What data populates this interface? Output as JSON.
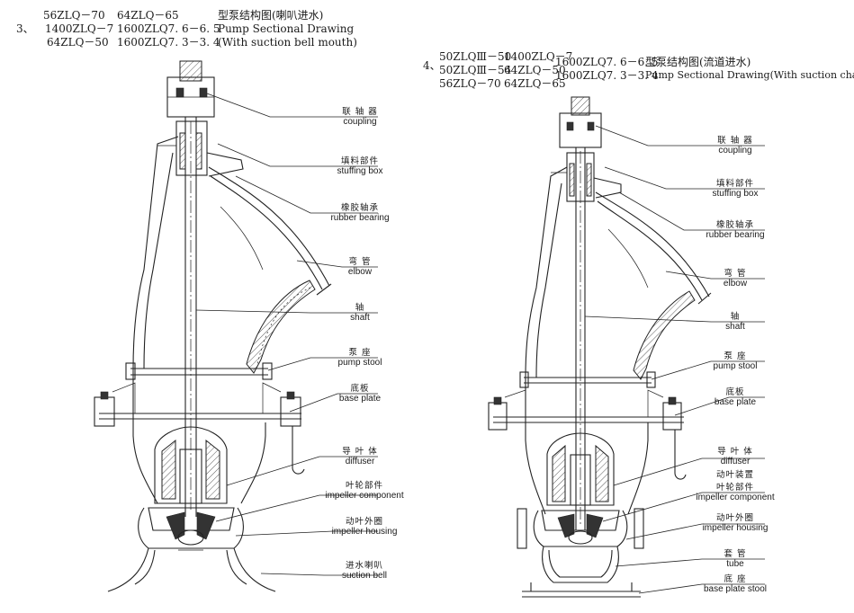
{
  "left": {
    "header": {
      "number": "3、",
      "models_col1": [
        "56ZLQ－70",
        "1400ZLQ－7",
        "64ZLQ－50"
      ],
      "models_col2": [
        "64ZLQ－65",
        "1600ZLQ7. 6－6. 5",
        "1600ZLQ7. 3－3. 4"
      ],
      "title_cn": "型泵结构图(喇叭进水)",
      "title_en": "Pump Sectional Drawing",
      "subtitle_en": "(With suction bell mouth)"
    },
    "labels": [
      {
        "cn": "联 轴 器",
        "en": "coupling"
      },
      {
        "cn": "填料部件",
        "en": "stuffing box"
      },
      {
        "cn": "橡胶轴承",
        "en": "rubber bearing"
      },
      {
        "cn": "弯 管",
        "en": "elbow"
      },
      {
        "cn": "轴",
        "en": "shaft"
      },
      {
        "cn": "泵 座",
        "en": "pump stool"
      },
      {
        "cn": "底板",
        "en": "base plate"
      },
      {
        "cn": "导 叶 体",
        "en": "diffuser"
      },
      {
        "cn": "叶轮部件",
        "en": "impeller component"
      },
      {
        "cn": "动叶外圈",
        "en": "impeller housing"
      },
      {
        "cn": "进水喇叭",
        "en": "suction bell"
      }
    ]
  },
  "right": {
    "header": {
      "number": "4、",
      "models_col1": [
        "50ZLQⅢ－50",
        "50ZLQⅢ－54",
        "56ZLQ－70"
      ],
      "models_col2": [
        "1400ZLQ－7",
        "64ZLQ－50",
        "64ZLQ－65"
      ],
      "models_col3": [
        "1600ZLQ7. 6－6. 5",
        "1600ZLQ7. 3－3. 4"
      ],
      "title_cn": "型泵结构图(流道进水)",
      "title_en": "Pump Sectional Drawing(With suction channel)"
    },
    "labels": [
      {
        "cn": "联 轴 器",
        "en": "coupling"
      },
      {
        "cn": "填料部件",
        "en": "stuffing box"
      },
      {
        "cn": "橡胶轴承",
        "en": "rubber bearing"
      },
      {
        "cn": "弯 管",
        "en": "elbow"
      },
      {
        "cn": "轴",
        "en": "shaft"
      },
      {
        "cn": "泵 座",
        "en": "pump stool"
      },
      {
        "cn": "底板",
        "en": "base plate"
      },
      {
        "cn": "导 叶 体",
        "en": "diffuser"
      },
      {
        "cn": "动叶装置",
        "cn2": "叶轮部件",
        "en": "impeller component"
      },
      {
        "cn": "动叶外圈",
        "en": "impeller housing"
      },
      {
        "cn": "套 管",
        "en": "tube"
      },
      {
        "cn": "底 座",
        "en": "base plate stool"
      }
    ]
  }
}
